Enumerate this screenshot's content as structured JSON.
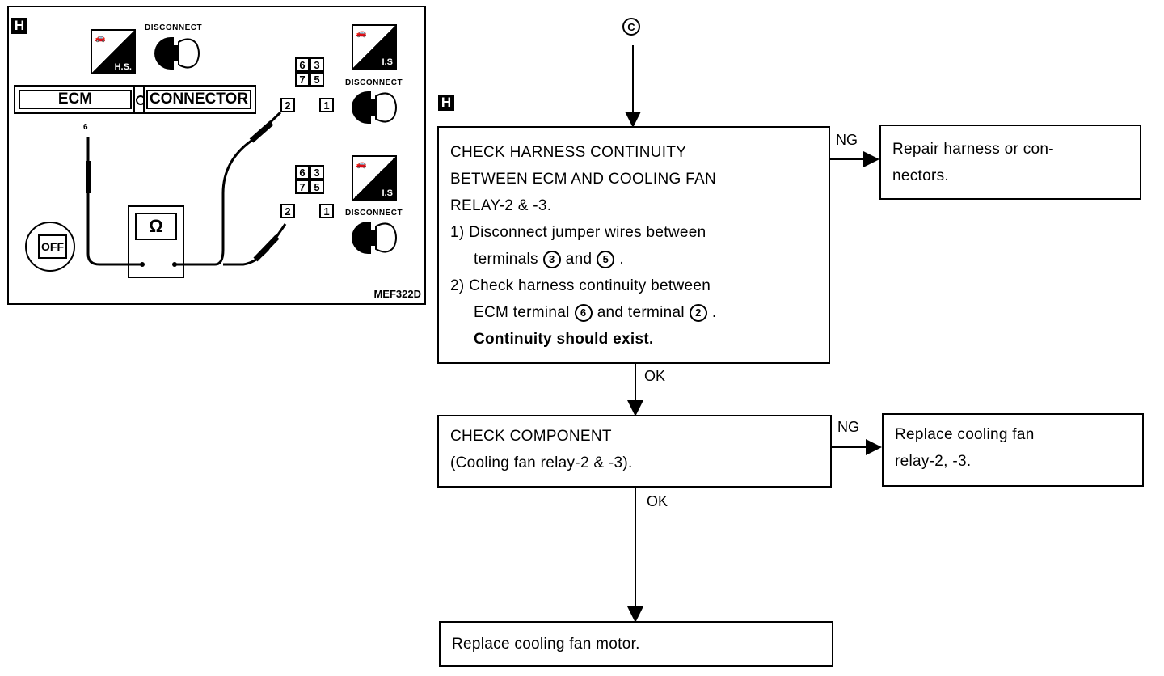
{
  "diagram": {
    "badge": "H",
    "ecm_label": "ECM",
    "connector_label": "CONNECTOR",
    "ecm_terminal": "6",
    "harness_symbol_top_left": "H.S.",
    "harness_symbol_right": "I.S",
    "disconnect_label": "DISCONNECT",
    "relay_terminals": [
      "6",
      "3",
      "7",
      "5",
      "2",
      "1"
    ],
    "ohmmeter_symbol": "Ω",
    "ignition_label": "OFF",
    "figure_code": "MEF322D"
  },
  "flow": {
    "entry_marker": "C",
    "step_badge": "H",
    "step1": {
      "title_lines": [
        "CHECK HARNESS CONTINUITY",
        "BETWEEN ECM AND COOLING FAN",
        "RELAY-2 & -3."
      ],
      "item1_a": "1) Disconnect jumper wires between",
      "item1_b_pre": "terminals",
      "item1_b_t1": "3",
      "item1_b_mid": "and",
      "item1_b_t2": "5",
      "item1_b_post": ".",
      "item2_a": "2) Check harness continuity between",
      "item2_b_pre": "ECM terminal",
      "item2_b_t1": "6",
      "item2_b_mid": "and terminal",
      "item2_b_t2": "2",
      "item2_b_post": ".",
      "result": "Continuity should exist."
    },
    "step1_ng_label": "NG",
    "step1_ng_action": [
      "Repair harness or con-",
      "nectors."
    ],
    "step1_ok_label": "OK",
    "step2": {
      "title": "CHECK COMPONENT",
      "subtitle": "(Cooling fan relay-2 & -3)."
    },
    "step2_ng_label": "NG",
    "step2_ng_action": [
      "Replace cooling fan",
      "relay-2, -3."
    ],
    "step2_ok_label": "OK",
    "final_action": "Replace cooling fan motor."
  }
}
